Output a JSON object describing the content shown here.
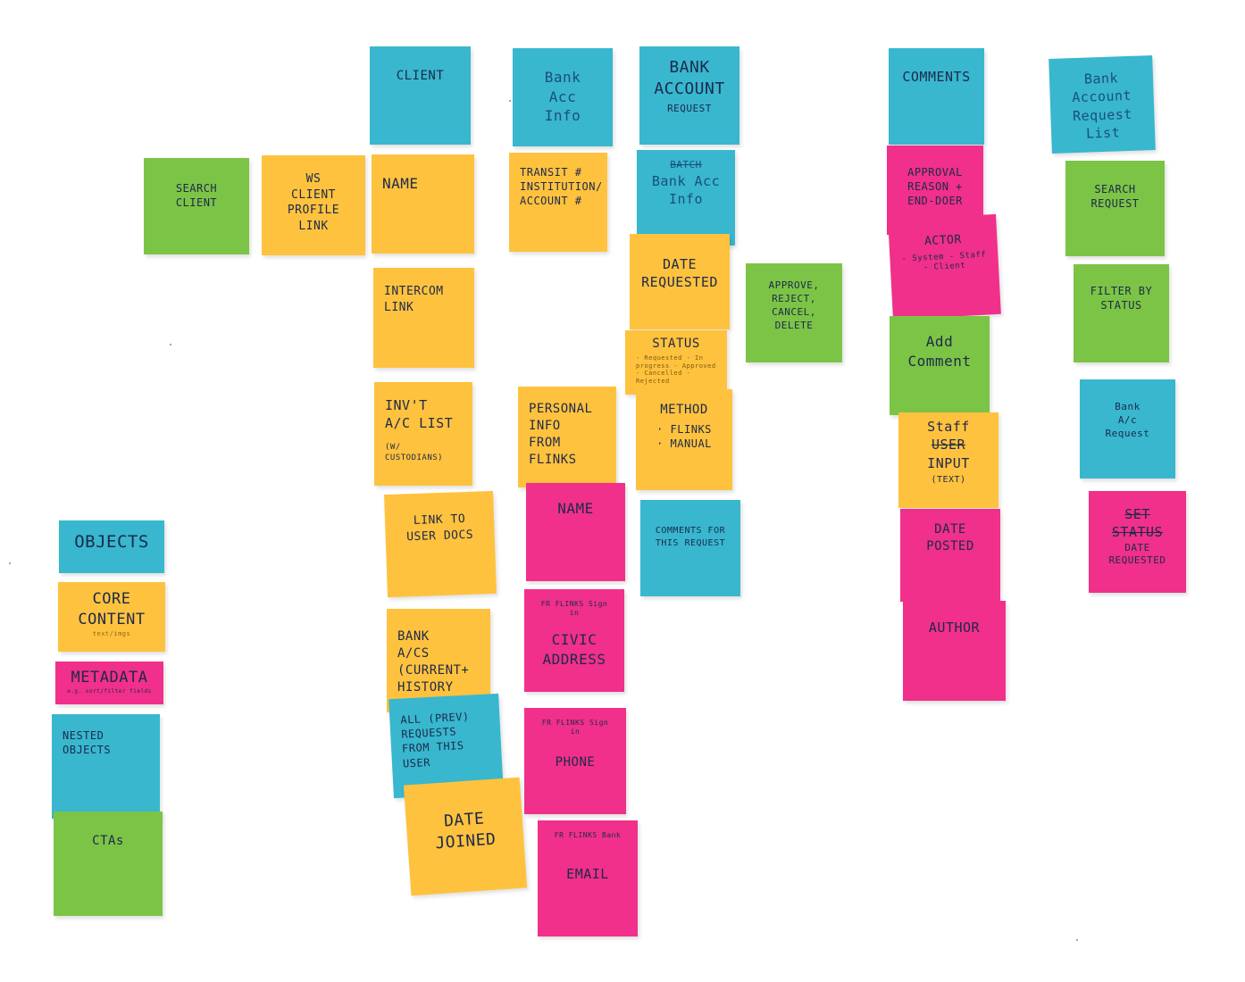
{
  "colors": {
    "blue": "#38b7cf",
    "yellow": "#ffc23e",
    "pink": "#f0308a",
    "green": "#7cc446",
    "ink": "#1d2a4a"
  },
  "headers": {
    "client": "CLIENT",
    "bank_acc_info": "Bank\nAcc\nInfo",
    "bank_account_request": "BANK\nACCOUNT",
    "bank_account_request_sub": "REQUEST",
    "comments": "COMMENTS",
    "bank_account_request_list": "Bank\nAccount\nRequest\nList"
  },
  "client_column": {
    "search_client": "SEARCH\nCLIENT",
    "ws_client_profile_link": "WS\nCLIENT\nPROFILE\nLINK",
    "name": "NAME",
    "intercom_link": "INTERCOM\nLINK",
    "invt_ac_list": "INV'T\nA/C LIST",
    "invt_ac_list_sub": "(W/ CUSTODIANS)",
    "link_to_user_docs": "LINK TO\nUSER DOCS",
    "bank_acs_history": "BANK\nA/Cs (CURRENT+\nHISTORY",
    "all_prev_requests": "ALL (PREV)\nREQUESTS\nFROM THIS\nUSER",
    "date_joined": "DATE\nJOINED"
  },
  "bank_acc_info_column": {
    "transit": "TRANSIT #\nINSTITUTION/\nACCOUNT #",
    "personal_info": "PERSONAL\nINFO\nFROM FLINKS",
    "name": "NAME",
    "civic_prefix": "FR FLINKS Sign in",
    "civic_address": "CIVIC\nADDRESS",
    "phone_prefix": "FR FLINKS Sign in",
    "phone": "PHONE",
    "email_prefix": "FR FLINKS Bank",
    "email": "EMAIL"
  },
  "bank_account_request_column": {
    "batch_strike": "BATCH",
    "bank_acc_info": "Bank Acc\nInfo",
    "date_requested": "DATE\nREQUESTED",
    "status": "STATUS",
    "status_options": "- Requested\n- In progress\n- Approved - Cancelled\n- Rejected",
    "method": "METHOD",
    "method_options": "· FLINKS\n· MANUAL",
    "comments_for_request": "COMMENTS FOR\nTHIS REQUEST",
    "actions": "APPROVE,\nREJECT,\nCANCEL,\nDELETE"
  },
  "comments_column": {
    "approval_reason": "APPROVAL\nREASON +\nEnd-Doer",
    "actor": "ACTOR",
    "actor_options": "- System\n- Staff\n- Client",
    "add_comment": "Add\nComment",
    "staff_user": "Staff",
    "user_strike": "USER",
    "input": "INPUT",
    "input_sub": "(TEXT)",
    "date_posted": "DATE\nPOSTED",
    "author": "AUTHOR"
  },
  "request_list_column": {
    "search_request": "SEARCH\nREQUEST",
    "filter_by_status": "FILTER BY\nSTATUS",
    "bank_ac_request": "Bank\nA/c\nRequest",
    "set_status_strike": "SET\nSTATUS",
    "date_requested": "DATE\nREQUESTED"
  },
  "legend": {
    "objects": "OBJECTS",
    "core_content": "CORE\nCONTENT",
    "core_content_sub": "text/imgs",
    "metadata": "METADATA",
    "metadata_sub": "e.g. sort/filter fields",
    "nested_objects": "NESTED\nOBJECTS",
    "ctas": "CTAs"
  }
}
